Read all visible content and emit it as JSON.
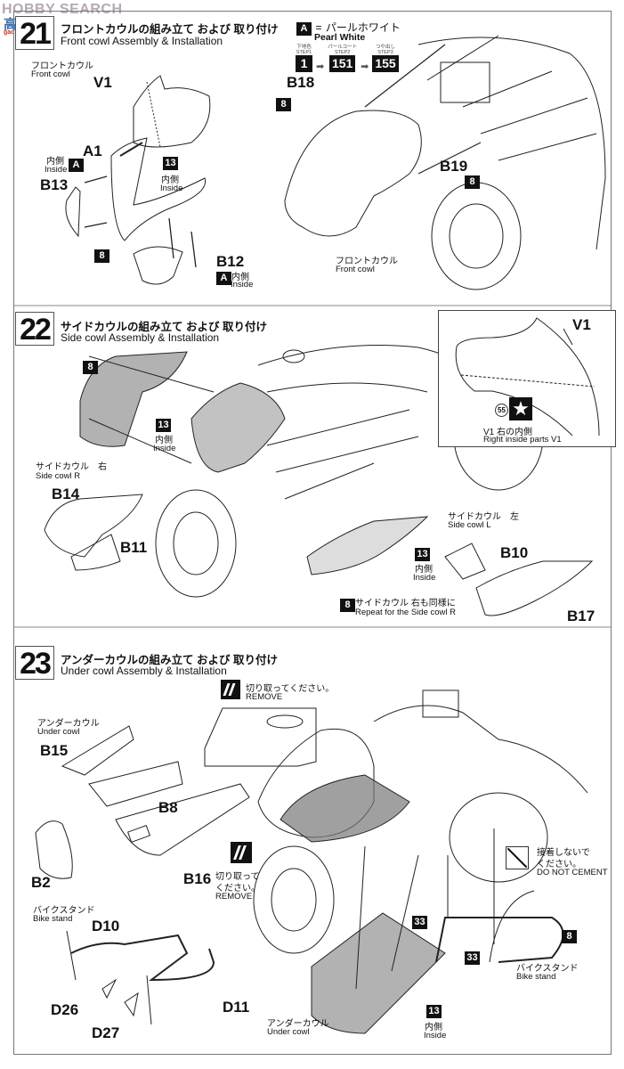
{
  "watermark": {
    "text": "HOBBY SEARCH",
    "logo": "高 网",
    "url": "gao.shan.com"
  },
  "steps": [
    {
      "number": "21",
      "title_jp": "フロントカウルの組み立て および 取り付け",
      "title_en": "Front cowl Assembly & Installation",
      "color_legend": {
        "badge": "A",
        "equals": "=",
        "name_jp": "パールホワイト",
        "name_en": "Pearl White",
        "sequence": [
          {
            "step_jp": "下地色",
            "step_en": "STEP1",
            "code": "1"
          },
          {
            "step_jp": "パールコート",
            "step_en": "STEP2",
            "code": "151"
          },
          {
            "step_jp": "つや出し",
            "step_en": "STEP3",
            "code": "155"
          }
        ],
        "arrow": "➡"
      },
      "labels": {
        "front_cowl_jp": "フロントカウル",
        "front_cowl_en": "Front cowl",
        "inside_jp": "内側",
        "inside_en": "Inside"
      },
      "parts": [
        "V1",
        "A1",
        "B13",
        "B12",
        "B18",
        "B19"
      ],
      "color_badges": {
        "c8": "8",
        "c13": "13",
        "cA": "A"
      }
    },
    {
      "number": "22",
      "title_jp": "サイドカウルの組み立て および 取り付け",
      "title_en": "Side cowl Assembly & Installation",
      "labels": {
        "side_cowl_r_jp": "サイドカウル　右",
        "side_cowl_r_en": "Side cowl R",
        "side_cowl_l_jp": "サイドカウル　左",
        "side_cowl_l_en": "Side cowl L",
        "inside_jp": "内側",
        "inside_en": "Inside",
        "repeat_jp": "サイドカウル 右も同様に",
        "repeat_en": "Repeat for the Side cowl R"
      },
      "inset": {
        "part": "V1",
        "decal": "55",
        "star_icon": "★",
        "caption_jp": "V1 右の内側",
        "caption_en": "Right inside parts V1"
      },
      "parts": [
        "B14",
        "B11",
        "B10",
        "B17"
      ],
      "color_badges": {
        "c8": "8",
        "c13": "13"
      }
    },
    {
      "number": "23",
      "title_jp": "アンダーカウルの組み立て および 取り付け",
      "title_en": "Under cowl Assembly & Installation",
      "labels": {
        "under_cowl_jp": "アンダーカウル",
        "under_cowl_en": "Under cowl",
        "bike_stand_jp": "バイクスタンド",
        "bike_stand_en": "Bike stand",
        "inside_jp": "内側",
        "inside_en": "Inside",
        "remove_jp": "切り取ってください。",
        "remove_jp_split": [
          "切り取って",
          "ください。"
        ],
        "remove_en": "REMOVE",
        "no_cement_jp": [
          "接着しないで",
          "ください。"
        ],
        "no_cement_en": "DO NOT CEMENT"
      },
      "parts": [
        "B15",
        "B8",
        "B2",
        "B16",
        "D10",
        "D26",
        "D27",
        "D11"
      ],
      "color_badges": {
        "c8": "8",
        "c13": "13",
        "c33": "33"
      }
    }
  ]
}
